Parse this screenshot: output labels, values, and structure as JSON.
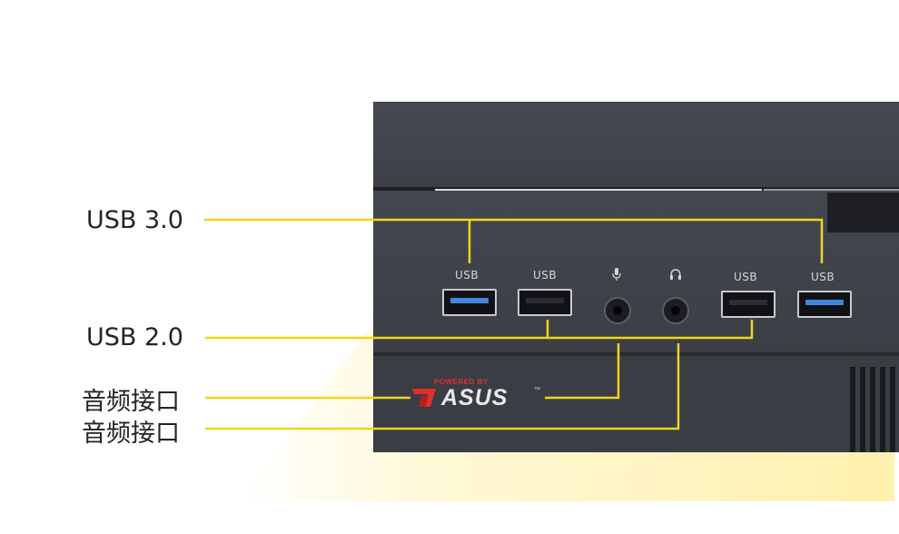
{
  "callouts": {
    "usb3": "USB 3.0",
    "usb2": "USB 2.0",
    "audio_1": "音频接口",
    "audio_2": "音频接口"
  },
  "ports": {
    "usb_label": "USB",
    "mic_icon": "microphone-icon",
    "headphone_icon": "headphone-icon"
  },
  "logo": {
    "tagline": "POWERED BY",
    "brand": "ASUS",
    "tm": "™"
  },
  "colors": {
    "callout_line": "#f1d51c",
    "usb3_blue": "#3f86e0",
    "device_body": "#3f4249",
    "logo_red": "#e0302a"
  }
}
